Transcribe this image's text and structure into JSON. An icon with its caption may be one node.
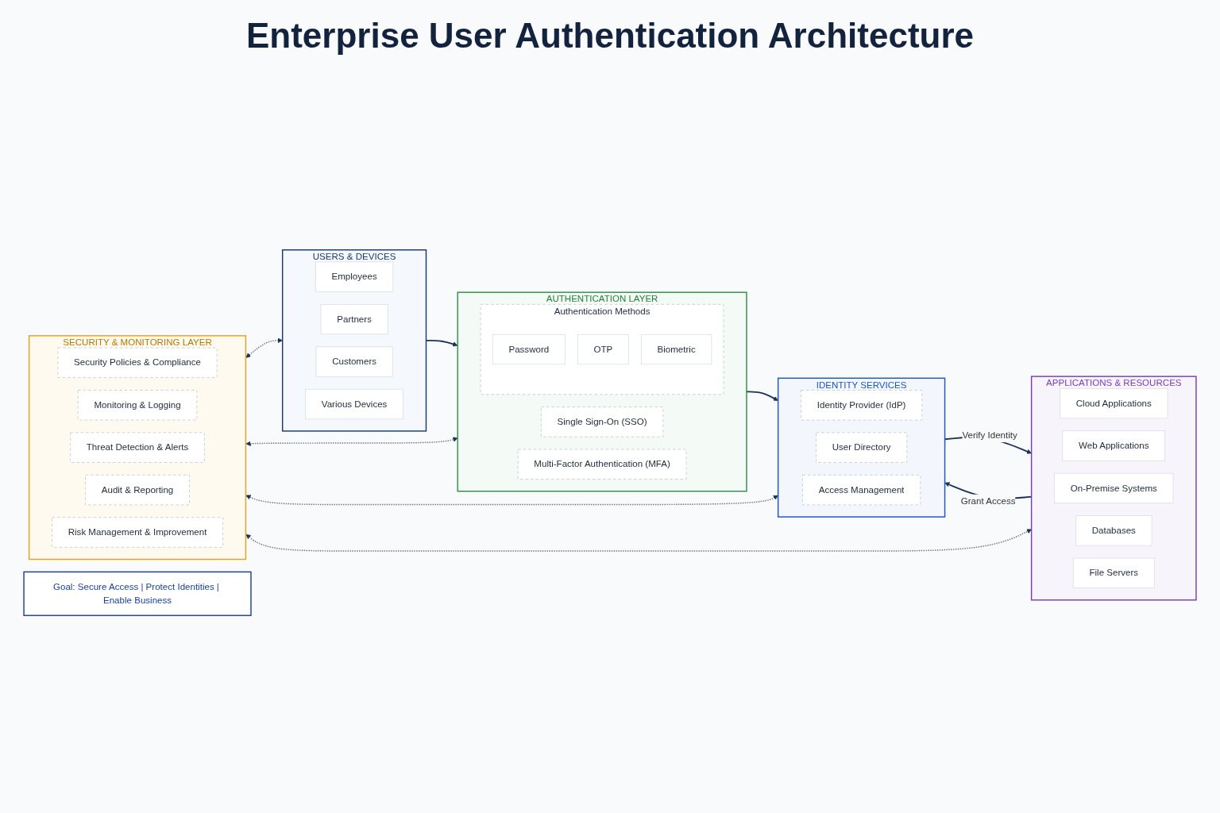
{
  "diagram": {
    "title": "Enterprise User Authentication Architecture",
    "nodes": [
      {
        "text": [
          "USERS & DEVICES"
        ]
      },
      {
        "text": [
          "Employees"
        ],
        "in": 0
      },
      {
        "text": [
          "Partners"
        ],
        "in": 0
      },
      {
        "text": [
          "Customers"
        ],
        "in": 0
      },
      {
        "text": [
          "Various Devices"
        ],
        "in": 0
      },
      {
        "text": [
          "AUTHENTICATION LAYER"
        ]
      },
      {
        "text": [
          "Single Sign-On (SSO)"
        ],
        "in": 5
      },
      {
        "text": [
          "Multi-Factor Authentication (MFA)"
        ],
        "in": 5
      },
      {
        "text": [
          "Authentication Methods"
        ],
        "in": 5
      },
      {
        "text": [
          "Password"
        ],
        "in": 8
      },
      {
        "text": [
          "OTP"
        ],
        "in": 8
      },
      {
        "text": [
          "Biometric"
        ],
        "in": 8
      },
      {
        "text": [
          "IDENTITY SERVICES"
        ]
      },
      {
        "text": [
          "Identity Provider (IdP)"
        ],
        "in": 12
      },
      {
        "text": [
          "User Directory"
        ],
        "in": 12
      },
      {
        "text": [
          "Access Management"
        ],
        "in": 12
      },
      {
        "text": [
          "APPLICATIONS & RESOURCES"
        ]
      },
      {
        "text": [
          "Cloud Applications"
        ],
        "in": 16
      },
      {
        "text": [
          "Web Applications"
        ],
        "in": 16
      },
      {
        "text": [
          "On-Premise Systems"
        ],
        "in": 16
      },
      {
        "text": [
          "Databases"
        ],
        "in": 16
      },
      {
        "text": [
          "File Servers"
        ],
        "in": 16
      },
      {
        "text": [
          "SECURITY & MONITORING LAYER"
        ]
      },
      {
        "text": [
          "Security Policies & Compliance"
        ],
        "in": 22
      },
      {
        "text": [
          "Monitoring & Logging"
        ],
        "in": 22
      },
      {
        "text": [
          "Threat Detection & Alerts"
        ],
        "in": 22
      },
      {
        "text": [
          "Audit & Reporting"
        ],
        "in": 22
      },
      {
        "text": [
          "Risk Management & Improvement"
        ],
        "in": 22
      },
      {
        "text": [
          "Goal: Secure Access | Protect Identities | Enable Business"
        ]
      }
    ],
    "edges": [
      {
        "from": 0,
        "to": 5,
        "arrow": "to"
      },
      {
        "from": 5,
        "to": 12,
        "arrow": "to"
      },
      {
        "from": 12,
        "to": 16,
        "arrow": "to",
        "label": "Verify Identity"
      },
      {
        "from": 16,
        "to": 12,
        "arrow": "to",
        "label": "Grant Access"
      },
      {
        "from": 22,
        "to": 0,
        "arrow": "both",
        "style": "dashed",
        "color": "#6b7280"
      },
      {
        "from": 22,
        "to": 5,
        "arrow": "both",
        "style": "dashed",
        "color": "#6b7280"
      },
      {
        "from": 22,
        "to": 12,
        "arrow": "both",
        "style": "dashed",
        "color": "#6b7280"
      },
      {
        "from": 22,
        "to": 16,
        "arrow": "both",
        "style": "dashed",
        "color": "#6b7280"
      }
    ]
  }
}
